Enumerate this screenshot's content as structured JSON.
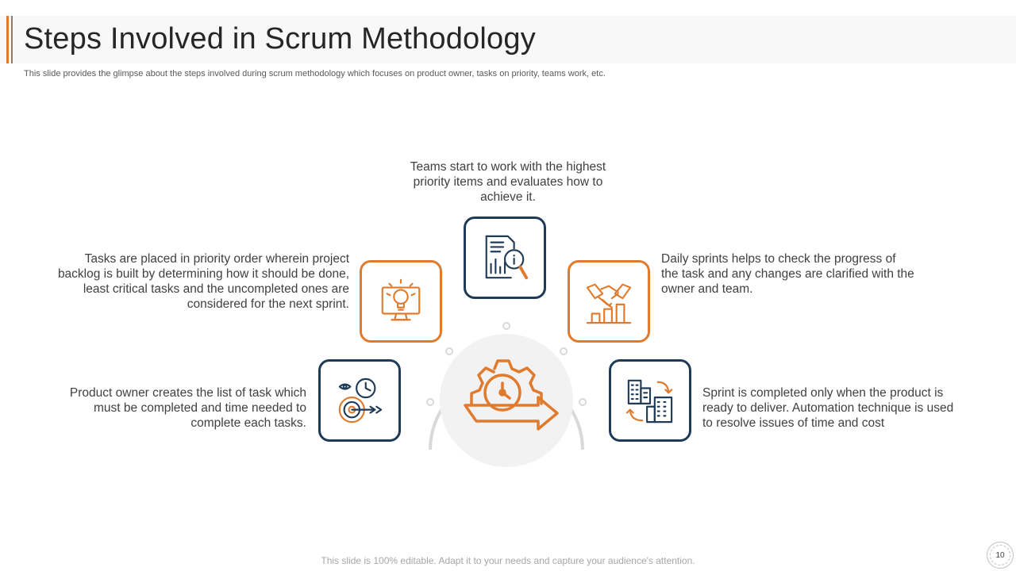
{
  "header": {
    "title": "Steps Involved in Scrum Methodology",
    "subtitle": "This slide provides the glimpse about the steps involved during scrum methodology which focuses on product owner, tasks on priority, teams work, etc."
  },
  "colors": {
    "accent_orange": "#e07b2e",
    "navy": "#1f3b57",
    "hub_gray": "#f2f2f2",
    "arc_gray": "#d9d9d9"
  },
  "steps": [
    {
      "text": "Product owner creates the list of task  which must be completed and time needed to complete each tasks.",
      "icon": "target-clock-icon"
    },
    {
      "text": "Tasks are placed in priority order wherein project backlog is built by determining how it should be done, least critical tasks and the uncompleted  ones are considered for the next sprint.",
      "icon": "monitor-bulb-icon"
    },
    {
      "text": "Teams start to work with the highest priority items and evaluates  how to achieve it.",
      "icon": "report-analysis-icon"
    },
    {
      "text": "Daily sprints helps to check the progress of the task and any changes are clarified with the owner and team.",
      "icon": "handshake-growth-icon"
    },
    {
      "text": "Sprint is completed only when the product is ready to deliver. Automation technique  is used to resolve issues of time and cost",
      "icon": "buildings-exchange-icon"
    }
  ],
  "hub": {
    "icon": "gear-clock-arrow-icon"
  },
  "footer": {
    "note": "This slide is 100% editable. Adapt it to your needs and capture your audience's attention.",
    "page_number": "10"
  }
}
